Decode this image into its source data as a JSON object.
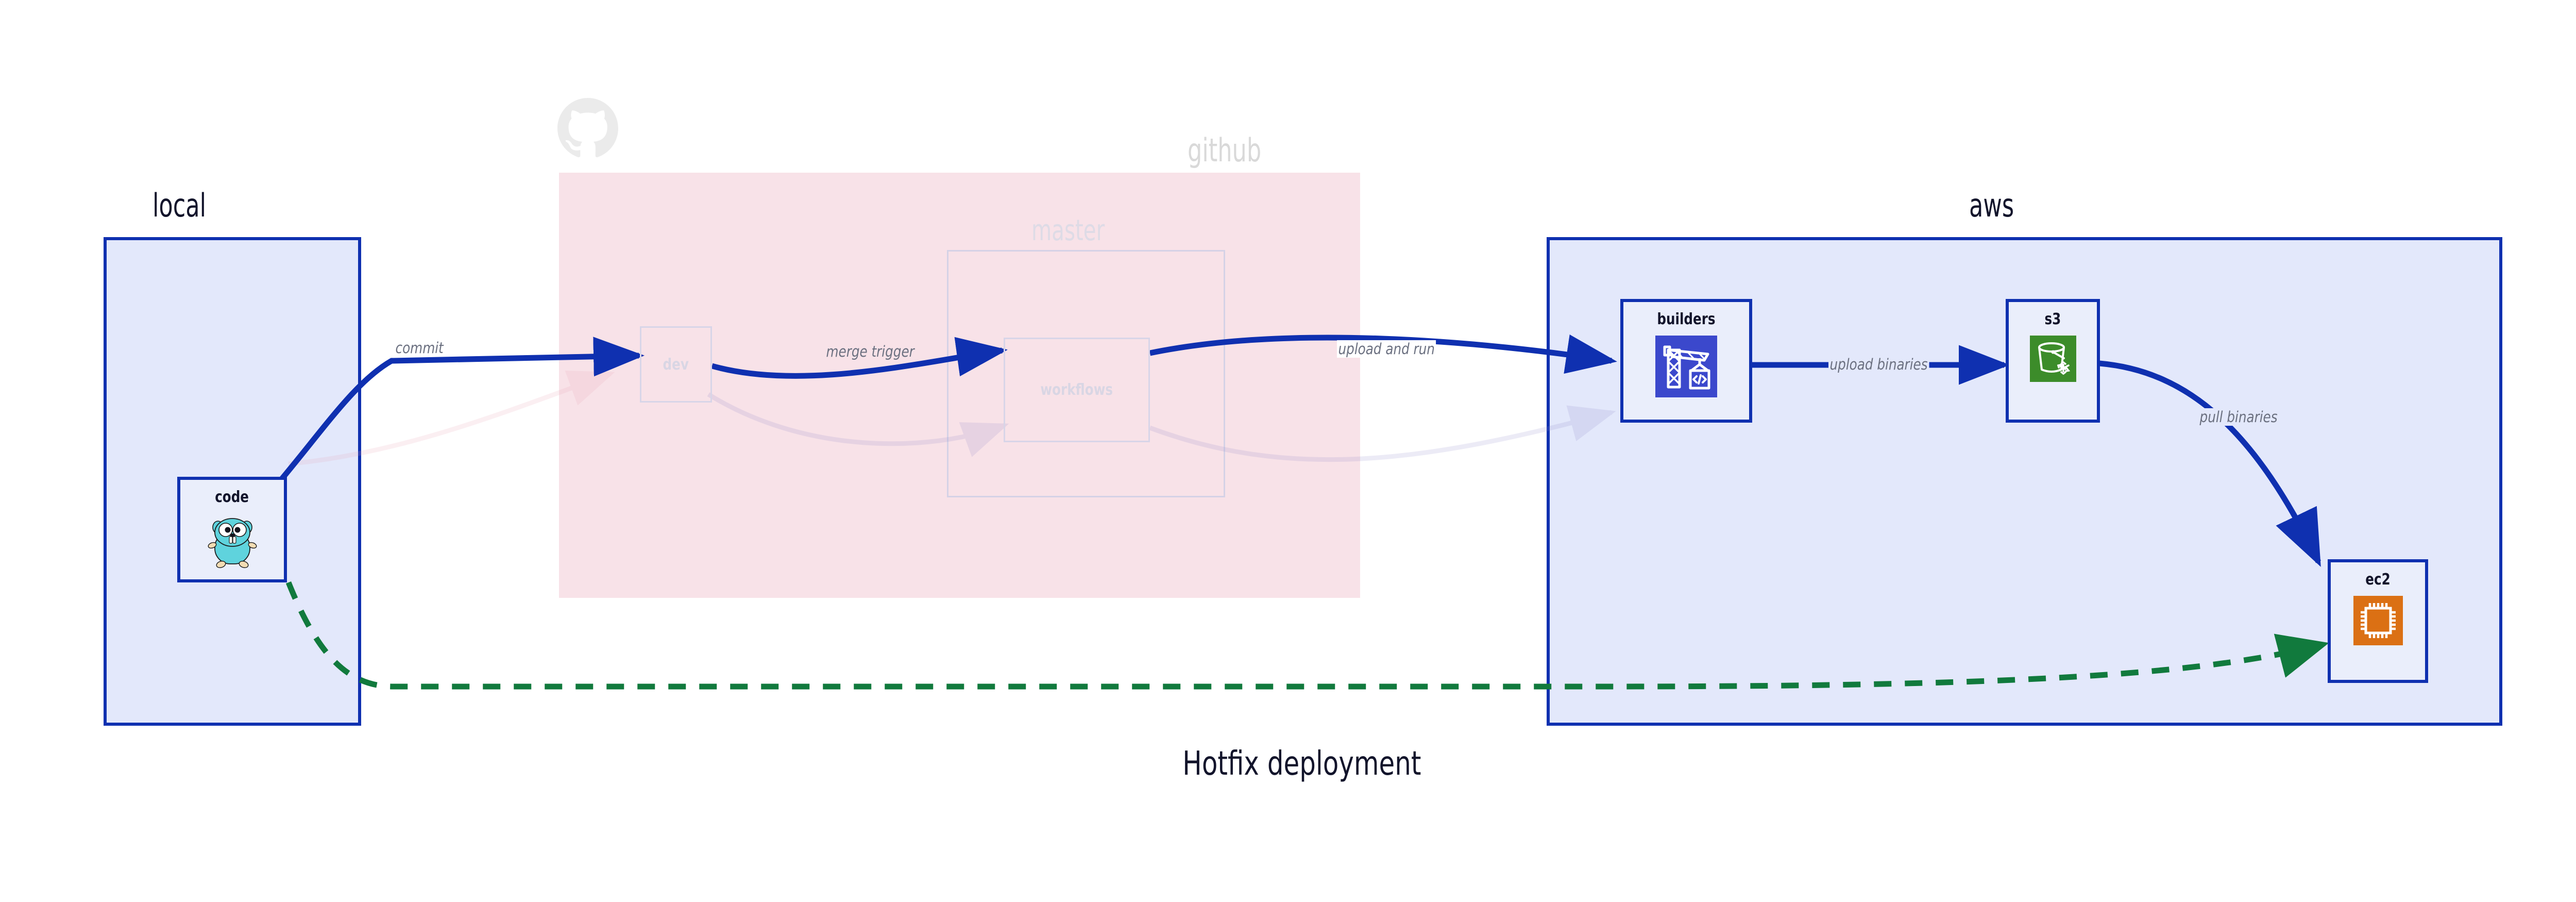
{
  "diagram": {
    "title": "Hotfix deployment",
    "background": "#ffffff",
    "accent_blue": "#0f30b0",
    "group_blue_fill": "#e3e8fb",
    "group_pink_fill": "#f8e2e8",
    "node_fill": "#eaeefb",
    "label_gray": "#6b7080",
    "dashed_green": "#117a3d"
  },
  "groups": [
    {
      "id": "local",
      "label": "local",
      "style": "solid-blue"
    },
    {
      "id": "github",
      "label": "github",
      "style": "pink-faded",
      "icon": "github-octocat-icon"
    },
    {
      "id": "master",
      "label": "master",
      "style": "faded-outline"
    },
    {
      "id": "aws",
      "label": "aws",
      "style": "solid-blue"
    }
  ],
  "nodes": [
    {
      "id": "code",
      "label": "code",
      "icon": "go-gopher-icon",
      "group": "local",
      "state": "active"
    },
    {
      "id": "dev",
      "label": "dev",
      "icon": "none",
      "group": "github",
      "state": "faded"
    },
    {
      "id": "workflows",
      "label": "workflows",
      "icon": "none",
      "group": "master",
      "state": "faded"
    },
    {
      "id": "builders",
      "label": "builders",
      "icon": "aws-codebuild-icon",
      "group": "aws",
      "state": "active"
    },
    {
      "id": "s3",
      "label": "s3",
      "icon": "aws-s3-bucket-icon",
      "group": "aws",
      "state": "active"
    },
    {
      "id": "ec2",
      "label": "ec2",
      "icon": "aws-ec2-chip-icon",
      "group": "aws",
      "state": "active"
    }
  ],
  "edges": [
    {
      "id": "commit",
      "from": "code",
      "to": "dev",
      "label": "commit",
      "style": "solid-blue"
    },
    {
      "id": "merge-trigger",
      "from": "dev",
      "to": "workflows",
      "label": "merge trigger",
      "style": "solid-blue"
    },
    {
      "id": "upload-and-run",
      "from": "workflows",
      "to": "builders",
      "label": "upload and run",
      "style": "solid-blue"
    },
    {
      "id": "upload-binaries",
      "from": "builders",
      "to": "s3",
      "label": "upload binaries",
      "style": "solid-blue"
    },
    {
      "id": "pull-binaries",
      "from": "s3",
      "to": "ec2",
      "label": "pull binaries",
      "style": "solid-blue"
    },
    {
      "id": "hotfix-direct",
      "from": "code",
      "to": "ec2",
      "label": "",
      "style": "dashed-green"
    },
    {
      "id": "faded-return-1",
      "from": "code",
      "to": "dev",
      "label": "",
      "style": "faded-pink"
    },
    {
      "id": "faded-return-2",
      "from": "dev",
      "to": "workflows",
      "label": "",
      "style": "faded-lilac"
    },
    {
      "id": "faded-return-3",
      "from": "workflows",
      "to": "builders",
      "label": "",
      "style": "faded-lilac"
    }
  ]
}
